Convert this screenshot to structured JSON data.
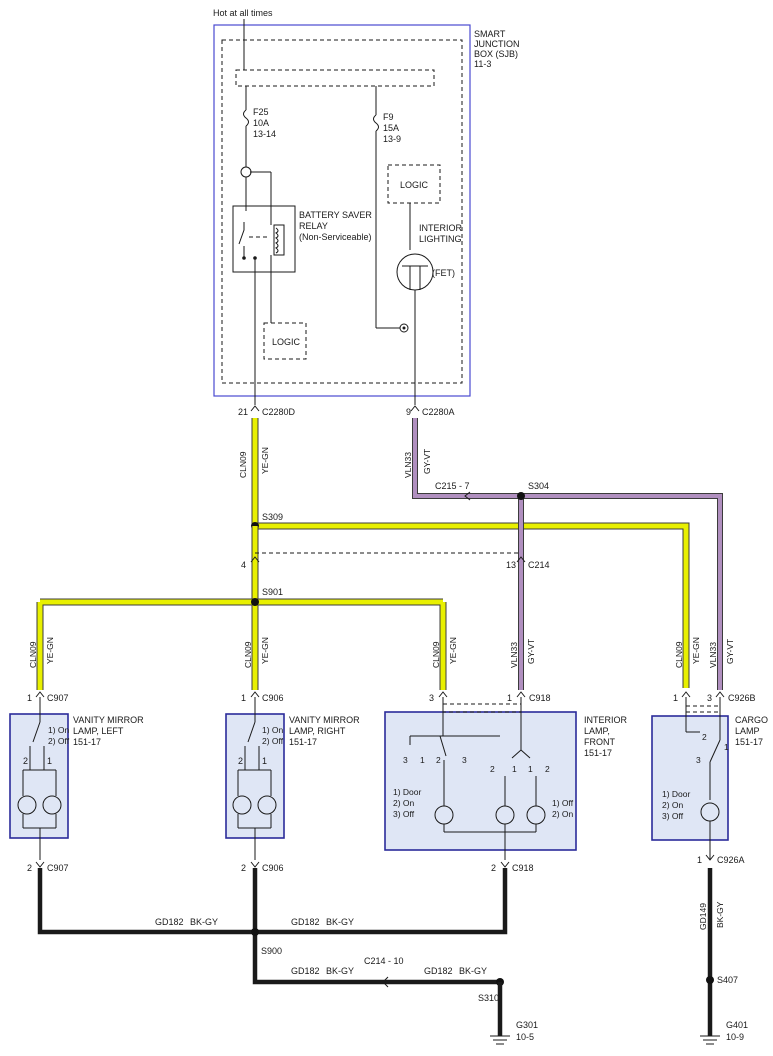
{
  "top": {
    "hot": "Hot at all times"
  },
  "sjb": {
    "name_1": "SMART",
    "name_2": "JUNCTION",
    "name_3": "BOX (SJB)",
    "ref": "11-3",
    "f25_1": "F25",
    "f25_2": "10A",
    "f25_3": "13-14",
    "f9_1": "F9",
    "f9_2": "15A",
    "f9_3": "13-9",
    "relay_1": "BATTERY SAVER",
    "relay_2": "RELAY",
    "relay_3": "(Non-Serviceable)",
    "logic": "LOGIC",
    "int_1": "INTERIOR",
    "int_2": "LIGHTING",
    "fet": "(FET)"
  },
  "connectors": {
    "c2280d_pin": "21",
    "c2280d": "C2280D",
    "c2280a_pin": "9",
    "c2280a": "C2280A",
    "c215": "C215 - 7",
    "s304": "S304",
    "s309": "S309",
    "s901": "S901",
    "c214_pin": "13",
    "c214": "C214",
    "pin4": "4",
    "c907_pin": "1",
    "c907": "C907",
    "c906_pin": "1",
    "c906": "C906",
    "c918_pin3": "3",
    "c918_pin1": "1",
    "c918": "C918",
    "c926b_pin1": "1",
    "c926b_pin3": "3",
    "c926b": "C926B",
    "c907b_pin": "2",
    "c907b": "C907",
    "c906b_pin": "2",
    "c906b": "C906",
    "c918b_pin": "2",
    "c918b": "C918",
    "c926a_pin": "1",
    "c926a": "C926A",
    "s900": "S900",
    "c214b": "C214 - 10",
    "s310": "S310",
    "s407": "S407",
    "g301": "G301",
    "g301_ref": "10-5",
    "g401": "G401",
    "g401_ref": "10-9"
  },
  "wires": {
    "cln09": "CLN09",
    "ye_gn": "YE-GN",
    "vln33": "VLN33",
    "gy_vt": "GY-VT",
    "gd182": "GD182",
    "bk_gy": "BK-GY",
    "gd149": "GD149"
  },
  "lamps": {
    "vm_left_1": "VANITY MIRROR",
    "vm_left_2": "LAMP, LEFT",
    "vm_left_3": "151-17",
    "vm_right_1": "VANITY MIRROR",
    "vm_right_2": "LAMP, RIGHT",
    "vm_right_3": "151-17",
    "int_1": "INTERIOR",
    "int_2": "LAMP,",
    "int_3": "FRONT",
    "int_4": "151-17",
    "cargo_1": "CARGO",
    "cargo_2": "LAMP",
    "cargo_3": "151-17",
    "sw_on": "1) On",
    "sw_off": "2) Off",
    "door": "1) Door",
    "on2": "2) On",
    "off3": "3) Off",
    "off1": "1) Off",
    "on22": "2) On",
    "n1": "1",
    "n2": "2",
    "n3": "3"
  },
  "colors": {
    "ye_gn": "#e8f000",
    "gy_vt": "#b08fbf",
    "bk": "#1a1a1a",
    "box_fill": "#dfe6f5",
    "box_stroke": "#2b2b9a"
  }
}
